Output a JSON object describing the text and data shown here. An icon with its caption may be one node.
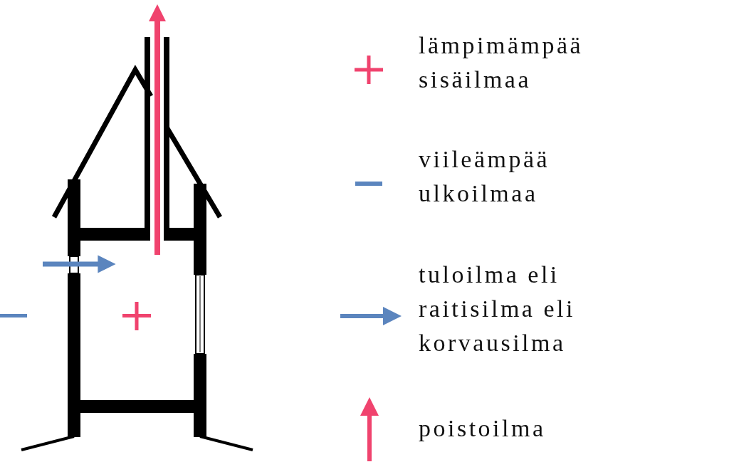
{
  "diagram": {
    "legend": [
      {
        "text": "lämpimämpää sisäilmaa"
      },
      {
        "text": "viileämpää ulkoilmaa"
      },
      {
        "text": "tuloilma eli raitisilma eli korvausilma"
      },
      {
        "text": "poistoilma"
      }
    ]
  }
}
